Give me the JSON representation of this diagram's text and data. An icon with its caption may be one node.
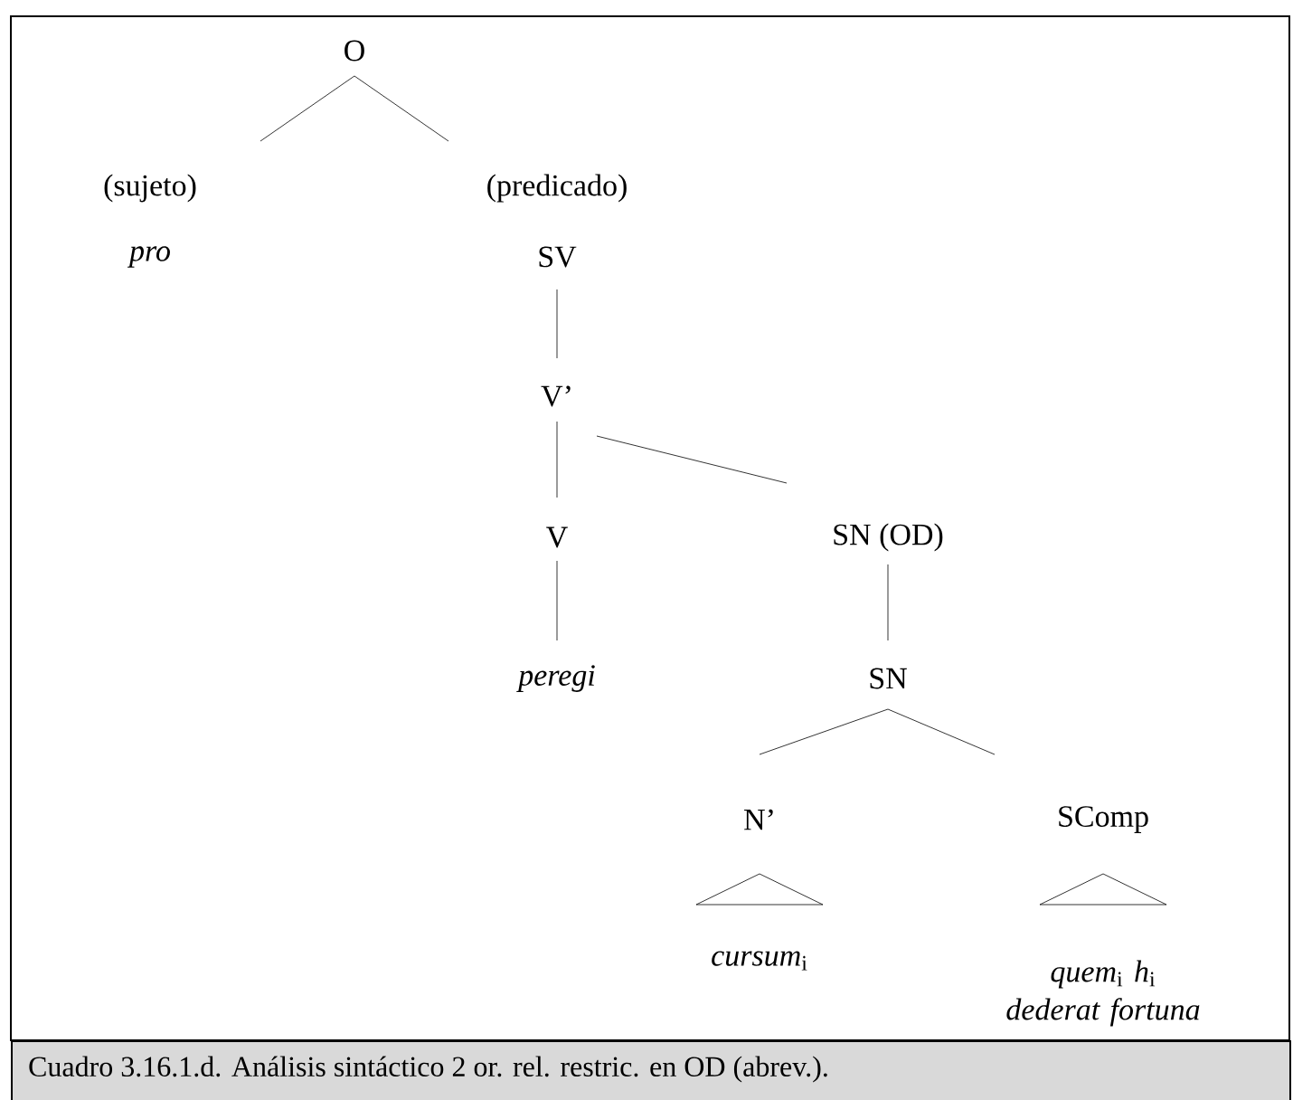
{
  "diagram": {
    "caption": "Cuadro 3.16.1.d. Análisis sintáctico 2 or. rel. restric. en OD (abrev.).",
    "nodes": [
      {
        "text": [
          "O"
        ]
      },
      {
        "text": [
          "(sujeto)"
        ]
      },
      {
        "text": [
          "*pro*"
        ]
      },
      {
        "text": [
          "(predicado)"
        ]
      },
      {
        "text": [
          "SV"
        ]
      },
      {
        "text": [
          "V’"
        ]
      },
      {
        "text": [
          "V"
        ]
      },
      {
        "text": [
          "*peregi*"
        ]
      },
      {
        "text": [
          "SN (OD)"
        ]
      },
      {
        "text": [
          "SN"
        ]
      },
      {
        "text": [
          "N’"
        ]
      },
      {
        "text": [
          "SComp"
        ]
      },
      {
        "text": [
          "*cursum*$_{i}$"
        ]
      },
      {
        "text": [
          "*quem*$_{i}$ *h*$_{i}$ *dederat fortuna*"
        ]
      }
    ],
    "edges": [
      {
        "from": 0,
        "to": 1,
        "arrow": "none"
      },
      {
        "from": 0,
        "to": 3,
        "arrow": "none"
      },
      {
        "from": 4,
        "to": 5,
        "arrow": "none"
      },
      {
        "from": 5,
        "to": 6,
        "arrow": "none"
      },
      {
        "from": 5,
        "to": 8,
        "arrow": "none"
      },
      {
        "from": 6,
        "to": 7,
        "arrow": "none"
      },
      {
        "from": 8,
        "to": 9,
        "arrow": "none"
      },
      {
        "from": 9,
        "to": 10,
        "arrow": "none"
      },
      {
        "from": 9,
        "to": 11,
        "arrow": "none"
      },
      {
        "from": 10,
        "to": 12,
        "arrow": "none"
      },
      {
        "from": 11,
        "to": 13,
        "arrow": "none"
      }
    ]
  }
}
